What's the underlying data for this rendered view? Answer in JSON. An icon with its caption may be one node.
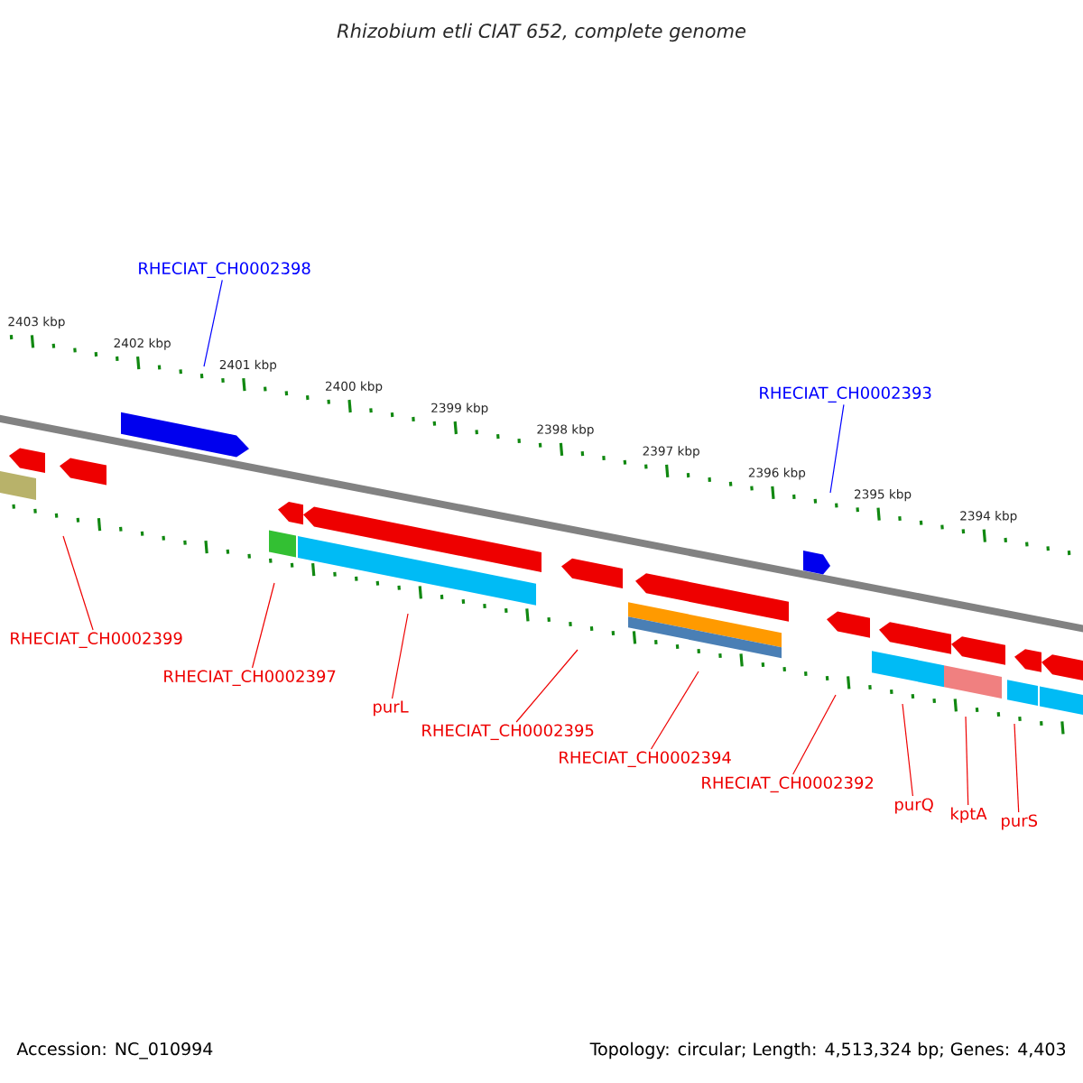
{
  "diagram": {
    "title": "Rhizobium etli CIAT 652, complete genome",
    "nodes": [
      {
        "text": [
          "RHECIAT_CH0002398"
        ]
      },
      {
        "text": [
          "RHECIAT_CH0002393"
        ]
      },
      {
        "text": [
          "RHECIAT_CH0002399"
        ]
      },
      {
        "text": [
          "RHECIAT_CH0002397"
        ]
      },
      {
        "text": [
          "purL"
        ]
      },
      {
        "text": [
          "RHECIAT_CH0002395"
        ]
      },
      {
        "text": [
          "RHECIAT_CH0002394"
        ]
      },
      {
        "text": [
          "RHECIAT_CH0002392"
        ]
      },
      {
        "text": [
          "purQ"
        ]
      },
      {
        "text": [
          "kptA"
        ]
      },
      {
        "text": [
          "purS"
        ]
      }
    ],
    "edges": [
      {
        "from": 0,
        "to": null,
        "arrow": "none",
        "color": "#0000ff"
      },
      {
        "from": 1,
        "to": null,
        "arrow": "none",
        "color": "#0000ff"
      },
      {
        "from": 2,
        "to": null,
        "arrow": "none"
      },
      {
        "from": 3,
        "to": null,
        "arrow": "none"
      },
      {
        "from": 4,
        "to": null,
        "arrow": "none"
      },
      {
        "from": 5,
        "to": null,
        "arrow": "none"
      },
      {
        "from": 6,
        "to": null,
        "arrow": "none"
      },
      {
        "from": 7,
        "to": null,
        "arrow": "none"
      },
      {
        "from": 8,
        "to": null,
        "arrow": "none"
      },
      {
        "from": 9,
        "to": null,
        "arrow": "none"
      },
      {
        "from": 10,
        "to": null,
        "arrow": "none"
      }
    ],
    "labels": [
      "2403 kbp",
      "2402 kbp",
      "2401 kbp",
      "2400 kbp",
      "2399 kbp",
      "2398 kbp",
      "2397 kbp",
      "2396 kbp",
      "2395 kbp",
      "2394 kbp",
      "Accession: NC_010994",
      "Topology: circular; Length: 4,513,324 bp; Genes: 4,403"
    ]
  }
}
